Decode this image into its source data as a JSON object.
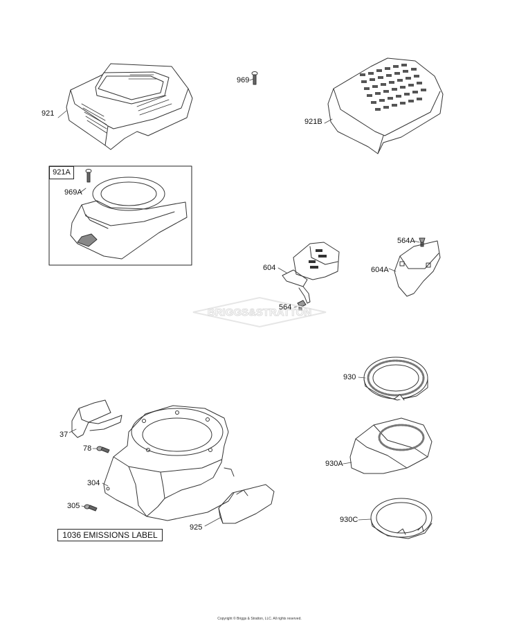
{
  "labels": {
    "p921": "921",
    "p969": "969",
    "p921B": "921B",
    "box921A": "921A",
    "p969A": "969A",
    "p564A": "564A",
    "p604": "604",
    "p604A": "604A",
    "p564": "564",
    "p930": "930",
    "p37": "37",
    "p78": "78",
    "p304": "304",
    "p930A": "930A",
    "p305": "305",
    "p925": "925",
    "p930C": "930C"
  },
  "emissions_label": "1036 EMISSIONS LABEL",
  "watermark_text": "BRIGGS&STRATTON",
  "copyright": "Copyright © Briggs & Stratton, LLC. All rights reserved."
}
